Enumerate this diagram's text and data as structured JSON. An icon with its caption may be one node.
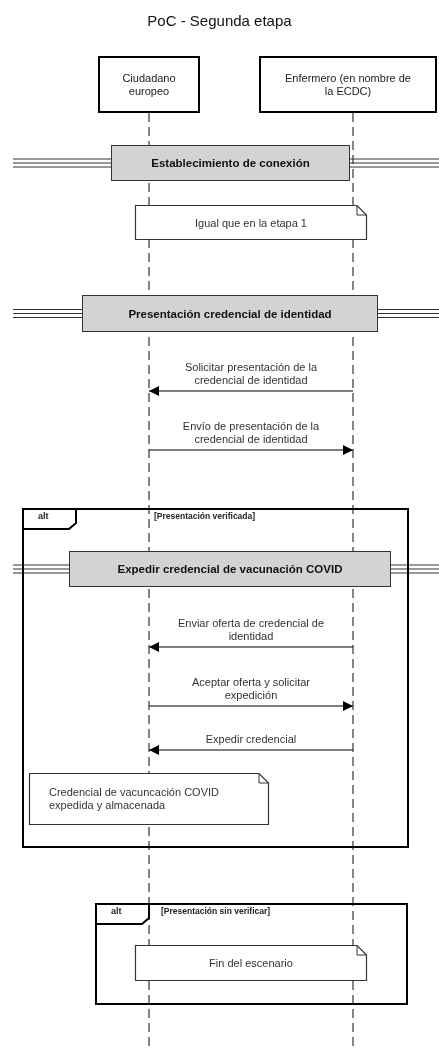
{
  "diagram": {
    "title": "PoC - Segunda etapa",
    "nodes": [
      {
        "text": [
          "Ciudadano europeo"
        ]
      },
      {
        "text": [
          "Enfermero (en nombre de la ECDC)"
        ]
      },
      {
        "text": [
          "Establecimiento de conexión"
        ]
      },
      {
        "text": [
          "Igual que en la etapa 1"
        ]
      },
      {
        "text": [
          "Presentación credencial de identidad"
        ]
      },
      {
        "text": [
          "alt",
          "[Presentación verificada]"
        ]
      },
      {
        "text": [
          "Expedir credencial de vacunación COVID"
        ],
        "in": 5
      },
      {
        "text": [
          "Credencial de vacuncación COVID expedida y almacenada"
        ],
        "in": 5
      },
      {
        "text": [
          "alt",
          "[Presentación sin verificar]"
        ]
      },
      {
        "text": [
          "Fin del escenario"
        ],
        "in": 8
      }
    ],
    "edges": [
      {
        "from": 1,
        "to": 0,
        "arrow": "to",
        "label": "Solicitar presentación de la credencial de identidad"
      },
      {
        "from": 0,
        "to": 1,
        "arrow": "to",
        "label": "Envío de presentación de la credencial de identidad"
      },
      {
        "from": 1,
        "to": 0,
        "arrow": "to",
        "label": "Enviar oferta de credencial de identidad"
      },
      {
        "from": 0,
        "to": 1,
        "arrow": "to",
        "label": "Aceptar oferta y solicitar expedición"
      },
      {
        "from": 1,
        "to": 0,
        "arrow": "to",
        "label": "Expedir credencial"
      }
    ]
  }
}
